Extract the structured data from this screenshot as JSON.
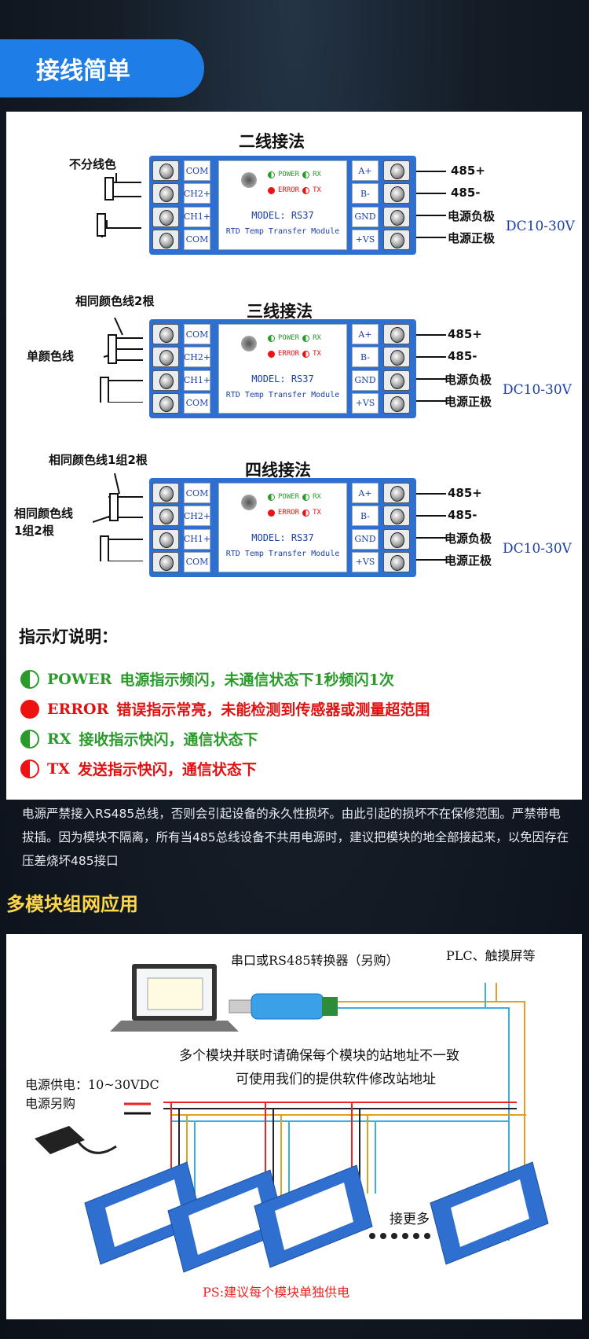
{
  "section1": {
    "title": "接线简单"
  },
  "wiring": [
    {
      "title": "二线接法",
      "left_labels": [
        "不分线色"
      ]
    },
    {
      "title": "三线接法",
      "left_labels": [
        "相同颜色线2根",
        "单颜色线"
      ]
    },
    {
      "title": "四线接法",
      "left_labels": [
        "相同颜色线1组2根",
        "相同颜色线",
        "1组2根"
      ]
    }
  ],
  "module": {
    "left_terms": [
      "COM",
      "CH2+",
      "CH1+",
      "COM"
    ],
    "right_terms": [
      "A+",
      "B-",
      "GND",
      "+VS"
    ],
    "led_power": "POWER",
    "led_rx": "RX",
    "led_error": "ERROR",
    "led_tx": "TX",
    "model": "MODEL: RS37",
    "subtitle": "RTD Temp Transfer Module"
  },
  "right_labels": [
    "485+",
    "485-",
    "电源负极",
    "电源正极"
  ],
  "dc_label": "DC10-30V",
  "indicator": {
    "heading": "指示灯说明：",
    "items": [
      {
        "name": "POWER",
        "text": "电源指示频闪，未通信状态下1秒频闪1次",
        "color": "#2a9b2a"
      },
      {
        "name": "ERROR",
        "text": "错误指示常亮，未能检测到传感器或测量超范围",
        "color": "#e11111"
      },
      {
        "name": "RX",
        "text": "接收指示快闪，通信状态下",
        "color": "#2a9b2a"
      },
      {
        "name": "TX",
        "text": "发送指示快闪，通信状态下",
        "color": "#e11111"
      }
    ]
  },
  "warning": "电源严禁接入RS485总线，否则会引起设备的永久性损坏。由此引起的损坏不在保修范围。严禁带电拔插。因为模块不隔离，所有当485总线设备不共用电源时，建议把模块的地全部接起来，以免因存在压差烧坏485接口",
  "section2": {
    "title": "多模块组网应用",
    "converter": "串口或RS485转换器（另购）",
    "plc": "PLC、触摸屏等",
    "note1": "多个模块并联时请确保每个模块的站地址不一致",
    "note2": "可使用我们的提供软件修改站地址",
    "power1": "电源供电：10~30VDC",
    "power2": "电源另购",
    "more": "接更多",
    "ps": "PS:建议每个模块单独供电"
  }
}
